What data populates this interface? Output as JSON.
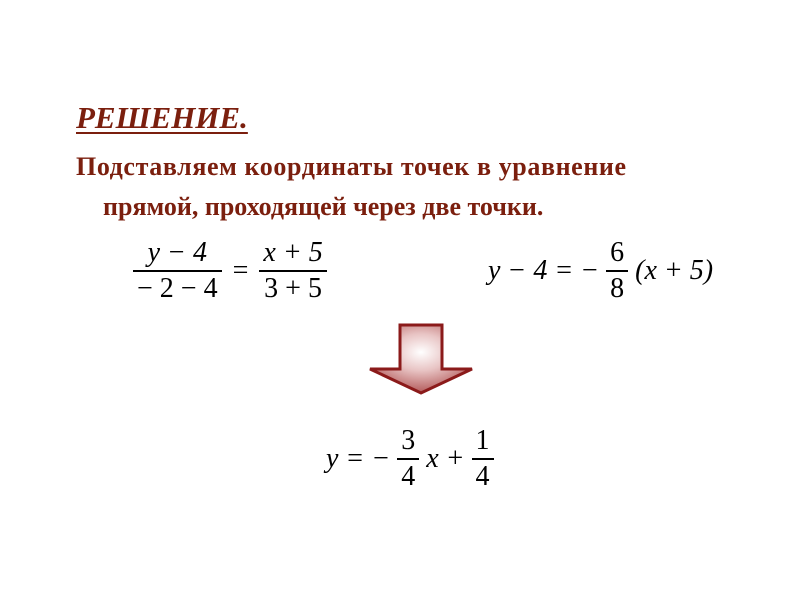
{
  "heading": "РЕШЕНИЕ.",
  "paragraph": {
    "line1": "Подставляем координаты точек в  уравнение",
    "line2": "прямой, проходящей через две точки."
  },
  "eq1": {
    "lhs_num": "y − 4",
    "lhs_den": "− 2 − 4",
    "eq": "=",
    "rhs_num": "x + 5",
    "rhs_den": "3 + 5"
  },
  "eq2": {
    "lhs": "y − 4 = −",
    "frac_num": "6",
    "frac_den": "8",
    "rhs": "(x + 5)"
  },
  "eq3": {
    "lhs": "y = −",
    "frac1_num": "3",
    "frac1_den": "4",
    "mid": "x +",
    "frac2_num": "1",
    "frac2_den": "4"
  },
  "colors": {
    "text_dark_red": "#7b1f0e",
    "arrow_outline": "#8b1a1a",
    "arrow_fill": "#d9a0a0"
  },
  "icons": {
    "arrow": "down-arrow-icon"
  }
}
